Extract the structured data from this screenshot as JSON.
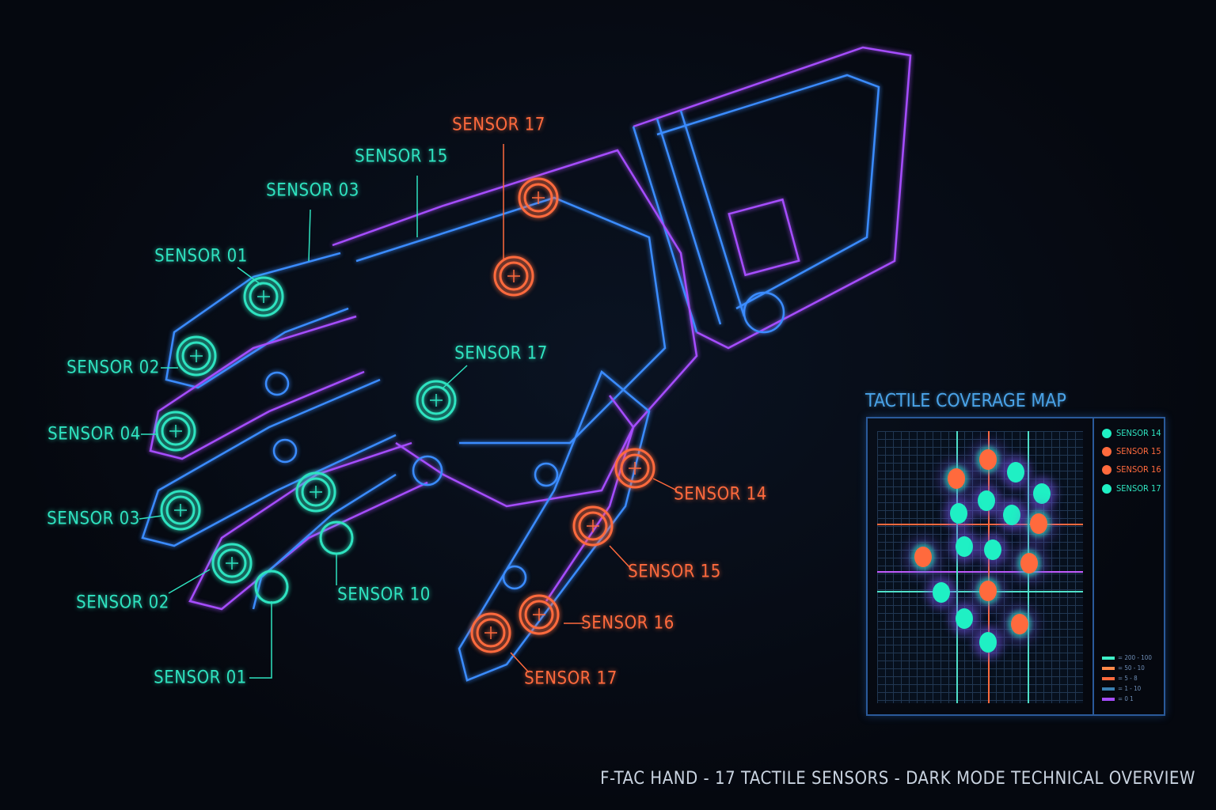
{
  "footer_title": "F-TAC HAND - 17 TACTILE SENSORS - DARK MODE TECHNICAL OVERVIEW",
  "colors": {
    "teal": "#2fe3c0",
    "orange": "#ff6a3d",
    "blue_outline": "#3a8cff",
    "purple_outline": "#a64dff",
    "background": "#05080f"
  },
  "sensor_labels": {
    "teal": [
      "SENSOR 15",
      "SENSOR 03",
      "SENSOR 01",
      "SENSOR 02",
      "SENSOR 04",
      "SENSOR 03",
      "SENSOR 02",
      "SENSOR 01",
      "SENSOR 10",
      "SENSOR 17"
    ],
    "orange": [
      "SENSOR 17",
      "SENSOR 14",
      "SENSOR 15",
      "SENSOR 16",
      "SENSOR 17"
    ]
  },
  "coverage_map": {
    "title": "TACTILE COVERAGE MAP",
    "legend": [
      {
        "label": "SENSOR 14",
        "color": "#1ff0c4"
      },
      {
        "label": "SENSOR 15",
        "color": "#ff6a3d"
      },
      {
        "label": "SENSOR 16",
        "color": "#ff6a3d"
      },
      {
        "label": "SENSOR 17",
        "color": "#1ff0c4"
      }
    ],
    "scale": [
      {
        "label": "= 200 - 100",
        "color": "#3ff0c8"
      },
      {
        "label": "= 50 - 10",
        "color": "#ff8a4a"
      },
      {
        "label": "= 5 - 8",
        "color": "#ff6a3d"
      },
      {
        "label": "= 1 - 10",
        "color": "#3a7fb0"
      },
      {
        "label": "= 0 1",
        "color": "#a64dff"
      }
    ]
  }
}
